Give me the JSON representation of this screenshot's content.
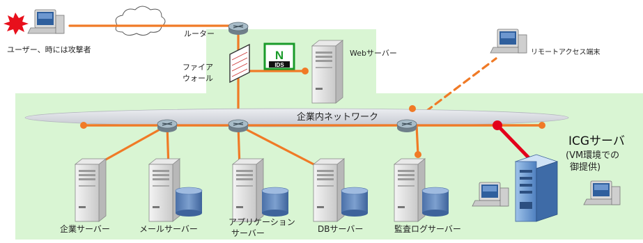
{
  "labels": {
    "user_attacker": "ユーザー、時には攻撃者",
    "router": "ルーター",
    "firewall_line1": "ファイア",
    "firewall_line2": "ウォール",
    "ids_n": "N",
    "ids_text": "IDS",
    "web_server": "Webサーバー",
    "remote_terminal": "リモートアクセス端末",
    "network": "企業内ネットワーク",
    "icg_title": "ICGサーバ",
    "icg_note_line1": "(VM環境での",
    "icg_note_line2": "御提供)",
    "corporate_server": "企業サーバー",
    "mail_server": "メールサーバー",
    "app_server_line1": "アプリケーション",
    "app_server_line2": "サーバー",
    "db_server": "DBサーバー",
    "audit_log_server": "監査ログサーバー"
  },
  "colors": {
    "line": "#f07a26",
    "icg_link": "#e3001b",
    "zone": "#d9f5d3",
    "ids_green": "#1a9b2a",
    "cylinder": "#5f86b8",
    "network_bar": "#d6d8de"
  }
}
